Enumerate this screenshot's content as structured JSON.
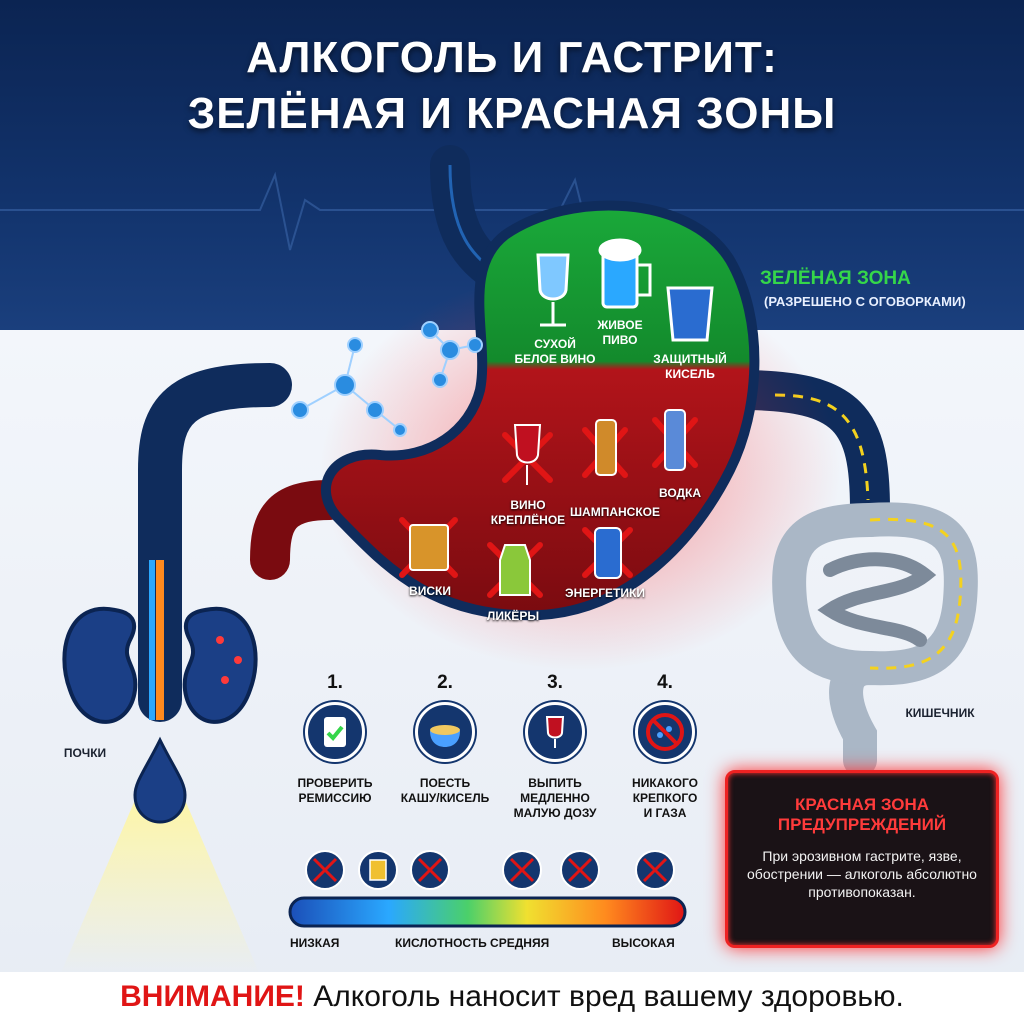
{
  "title": {
    "line1": "АЛКОГОЛЬ И ГАСТРИТ:",
    "line2": "ЗЕЛЁНАЯ И КРАСНАЯ ЗОНЫ"
  },
  "green_zone": {
    "title": "ЗЕЛЁНАЯ ЗОНА",
    "subtitle": "(РАЗРЕШЕНО С ОГОВОРКАМИ)",
    "items": [
      {
        "label_1": "СУХОЙ",
        "label_2": "БЕЛОЕ ВИНО",
        "icon": "wine-glass-icon"
      },
      {
        "label_1": "ЖИВОЕ",
        "label_2": "ПИВО",
        "icon": "beer-mug-icon"
      },
      {
        "label_1": "ЗАЩИТНЫЙ",
        "label_2": "КИСЕЛЬ",
        "icon": "glass-icon"
      }
    ]
  },
  "red_items": [
    {
      "label_1": "ВИНО",
      "label_2": "КРЕПЛЁНОЕ",
      "icon": "red-wine-icon"
    },
    {
      "label_1": "ШАМПАНСКОЕ",
      "label_2": "",
      "icon": "champagne-bottle-icon"
    },
    {
      "label_1": "ВОДКА",
      "label_2": "",
      "icon": "vodka-bottle-icon"
    },
    {
      "label_1": "ВИСКИ",
      "label_2": "",
      "icon": "whisky-glass-icon"
    },
    {
      "label_1": "ЛИКЁРЫ",
      "label_2": "",
      "icon": "liqueur-bottle-icon"
    },
    {
      "label_1": "ЭНЕРГЕТИКИ",
      "label_2": "",
      "icon": "energy-can-icon"
    }
  ],
  "organs": {
    "kidneys": "ПОЧКИ",
    "intestine": "КИШЕЧНИК"
  },
  "steps": [
    {
      "num": "1.",
      "line1": "ПРОВЕРИТЬ",
      "line2": "РЕМИССИЮ",
      "line3": "",
      "icon": "clipboard-check-icon"
    },
    {
      "num": "2.",
      "line1": "ПОЕСТЬ",
      "line2": "КАШУ/КИСЕЛЬ",
      "line3": "",
      "icon": "porridge-bowl-icon"
    },
    {
      "num": "3.",
      "line1": "ВЫПИТЬ",
      "line2": "МЕДЛЕННО",
      "line3": "МАЛУЮ ДОЗУ",
      "icon": "wine-glass-icon"
    },
    {
      "num": "4.",
      "line1": "НИКАКОГО",
      "line2": "КРЕПКОГО",
      "line3": "И ГАЗА",
      "icon": "no-strong-icon"
    }
  ],
  "red_box": {
    "title_1": "КРАСНАЯ ЗОНА",
    "title_2": "ПРЕДУПРЕЖДЕНИЙ",
    "body": "При эрозивном гастрите, язве, обострении — алкоголь абсолютно противопоказан."
  },
  "scale": {
    "low": "НИЗКАЯ",
    "mid": "КИСЛОТНОСТЬ СРЕДНЯЯ",
    "high": "ВЫСОКАЯ"
  },
  "warning": {
    "prefix": "ВНИМАНИЕ!",
    "text": " Алкоголь наносит вред вашему здоровью."
  },
  "colors": {
    "green_zone": "#35d64a",
    "red_zone": "#e01515",
    "navy": "#0b2452",
    "accent_blue": "#2aa8ff"
  }
}
